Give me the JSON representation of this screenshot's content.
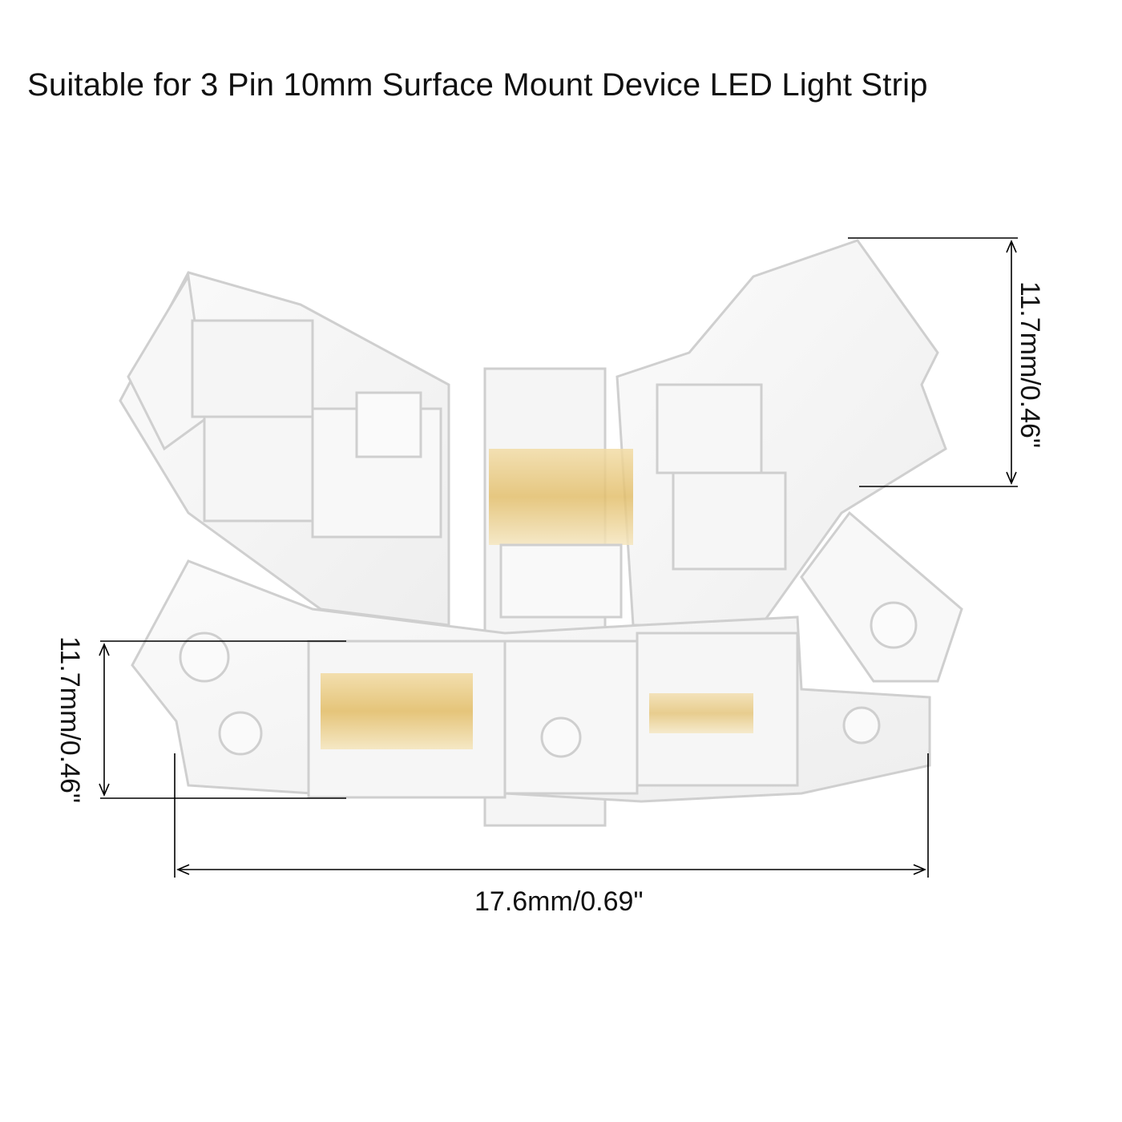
{
  "title": "Suitable for 3 Pin 10mm Surface Mount Device LED Light Strip",
  "dimensions": {
    "width": "17.6mm/0.69\"",
    "height_right": "11.7mm/0.46\"",
    "height_left": "11.7mm/0.46\""
  },
  "colors": {
    "background": "#ffffff",
    "plastic": "#f3f3f3",
    "plastic_edge": "#d4d4d4",
    "contact_gold": "#e8c77a",
    "dimension_line": "#000000"
  }
}
